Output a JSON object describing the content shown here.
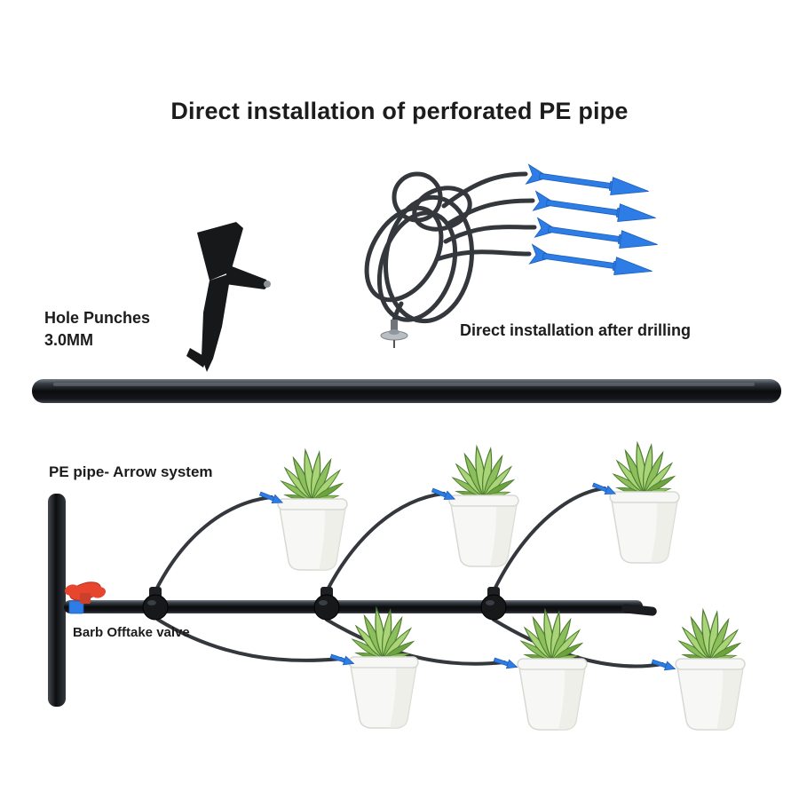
{
  "title": "Direct installation of perforated PE pipe",
  "labels": {
    "hole_punch_line1": "Hole Punches",
    "hole_punch_line2": "3.0MM",
    "drilling": "Direct installation after drilling",
    "system": "PE pipe- Arrow system",
    "valve": "Barb Offtake valve"
  },
  "illustrations": {
    "hole_punch": "black 3.0mm hole punch tool",
    "coiled_tubing": "coiled black PE tubing ending in four blue arrow drippers with barb connector",
    "pe_pipe": "black PE pipe shown full width",
    "irrigation_system": "PE pipe with red barb offtake valve, three tee connectors, feed tubes with blue arrow drippers watering six potted succulents"
  },
  "colors": {
    "text": "#1c1c1c",
    "tube": "#34383d",
    "pipe_black": "#17181a",
    "arrow_blue": "#2e7de6",
    "valve_red": "#e8452e",
    "leaf_light": "#a9d478",
    "leaf_mid": "#8cbf5c",
    "leaf_dark": "#6da33f",
    "leaf_stroke": "#4e7d30",
    "pot_white": "#f7f7f5",
    "pot_stroke": "#d8d8d3"
  }
}
